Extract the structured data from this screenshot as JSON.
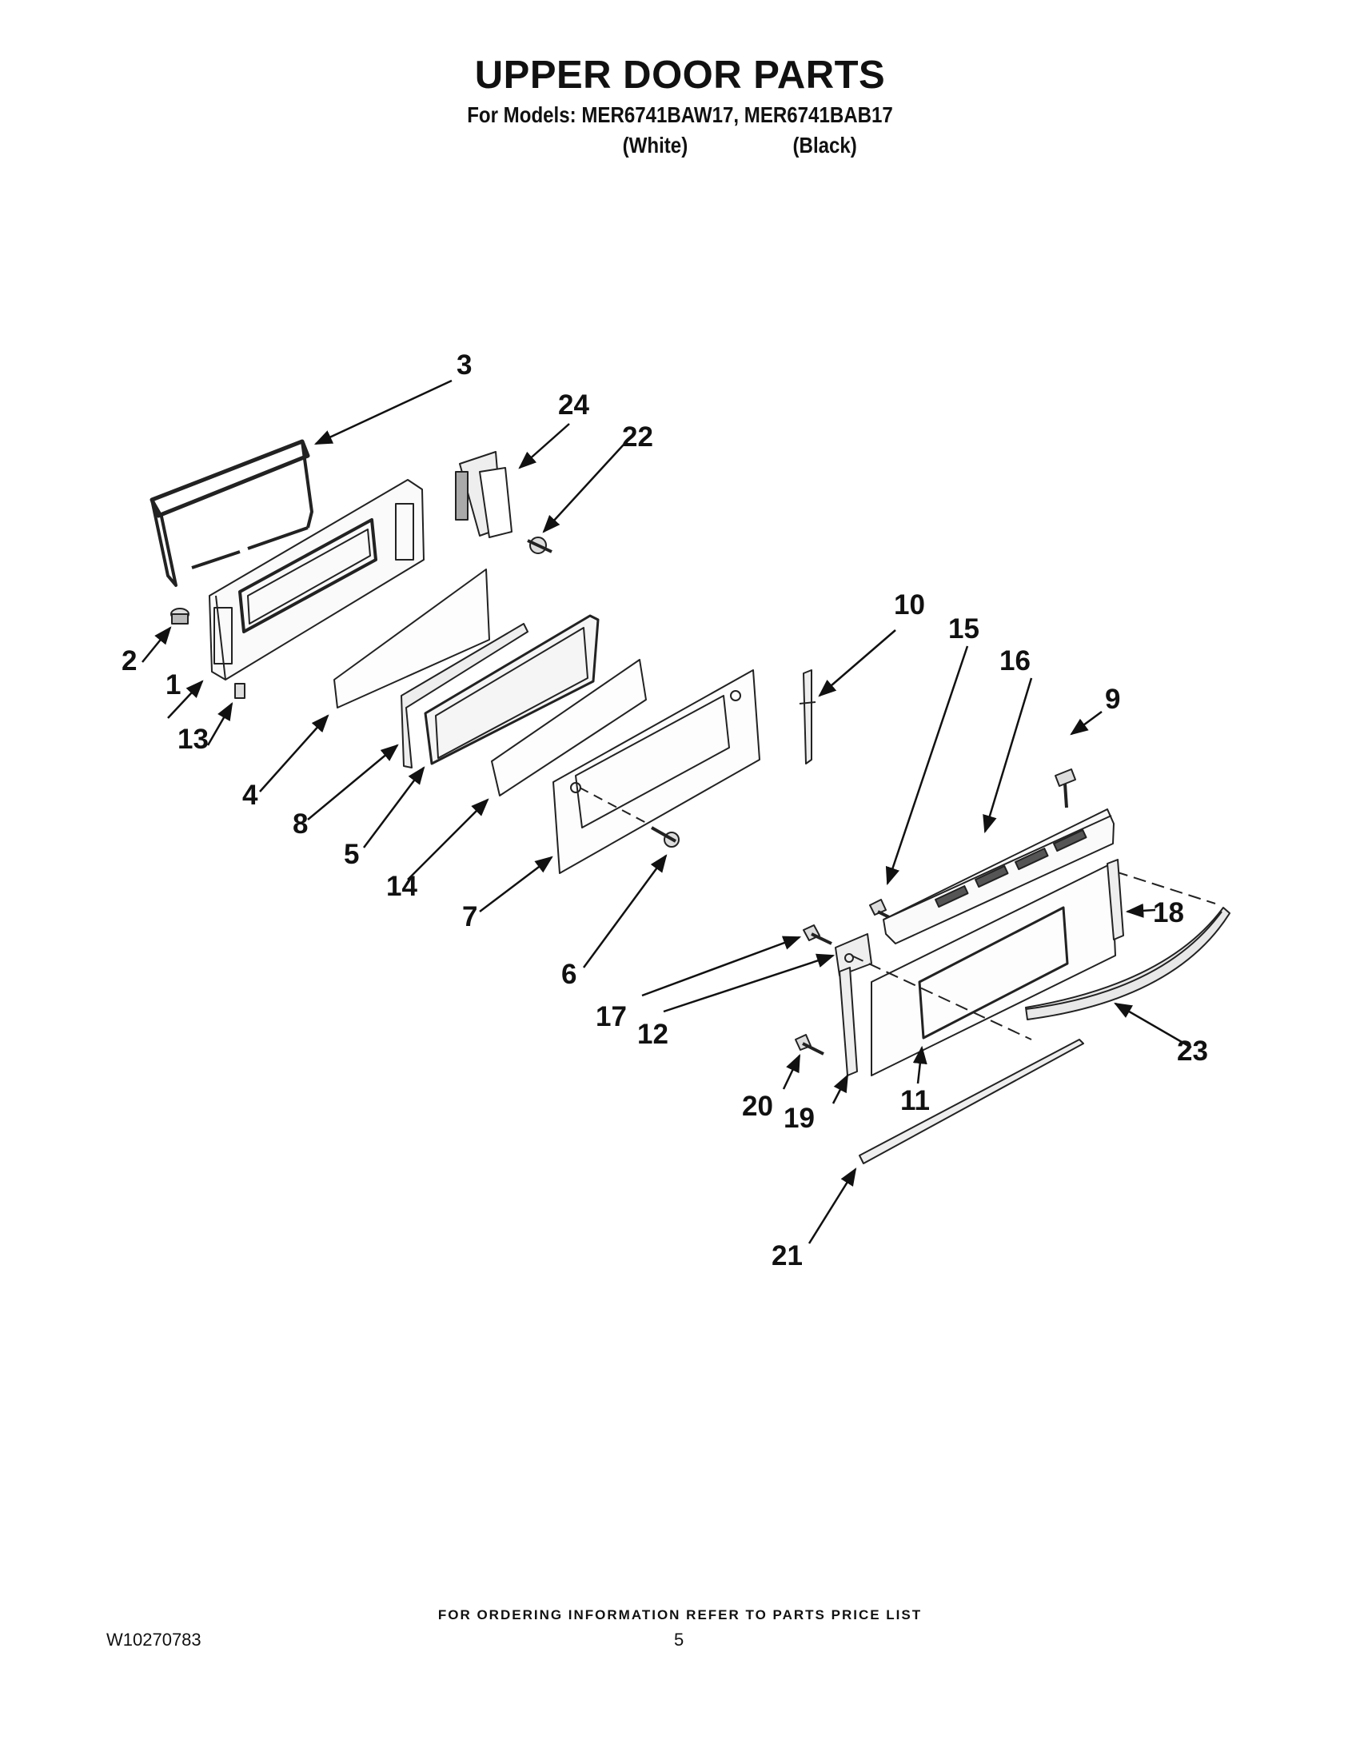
{
  "header": {
    "title": "UPPER DOOR PARTS",
    "models_line": "For Models: MER6741BAW17, MER6741BAB17",
    "variant_white": "(White)",
    "variant_black": "(Black)"
  },
  "callouts": [
    "1",
    "2",
    "3",
    "4",
    "5",
    "6",
    "7",
    "8",
    "9",
    "10",
    "11",
    "12",
    "13",
    "14",
    "15",
    "16",
    "17",
    "18",
    "19",
    "20",
    "21",
    "22",
    "23",
    "24"
  ],
  "footer": {
    "ordering_note": "FOR ORDERING INFORMATION REFER TO PARTS PRICE LIST",
    "document_number": "W10270783",
    "page_number": "5"
  }
}
